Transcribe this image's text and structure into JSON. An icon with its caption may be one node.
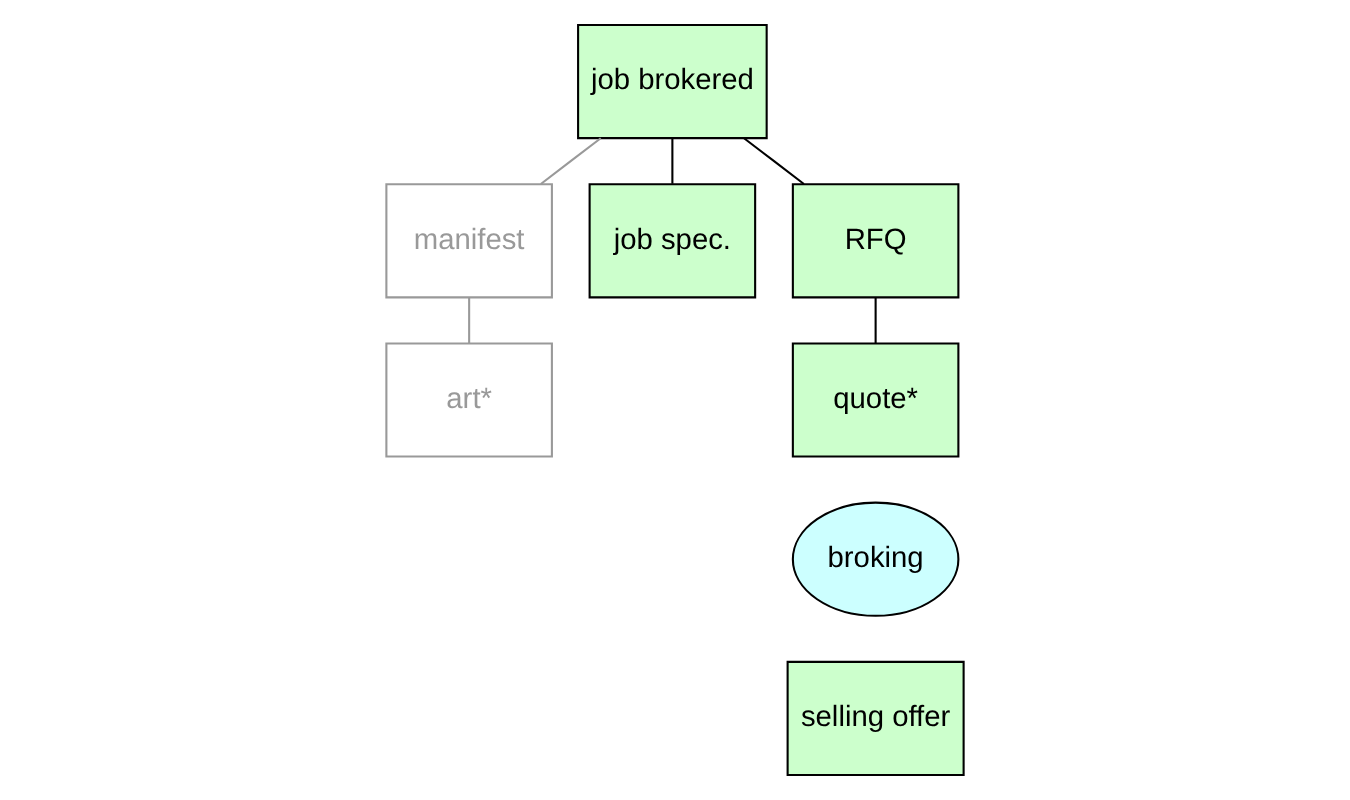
{
  "diagram": {
    "nodes": [
      {
        "text": [
          "job brokered"
        ]
      },
      {
        "text": [
          "manifest"
        ]
      },
      {
        "text": [
          "job spec."
        ]
      },
      {
        "text": [
          "RFQ"
        ]
      },
      {
        "text": [
          "art*"
        ]
      },
      {
        "text": [
          "quote*"
        ]
      },
      {
        "text": [
          "broking"
        ]
      },
      {
        "text": [
          "selling offer"
        ]
      }
    ],
    "edges": [
      {
        "from": 0,
        "to": 1,
        "arrow": "none",
        "color": "#999999"
      },
      {
        "from": 0,
        "to": 2,
        "arrow": "none"
      },
      {
        "from": 0,
        "to": 3,
        "arrow": "none"
      },
      {
        "from": 1,
        "to": 4,
        "arrow": "none",
        "color": "#999999"
      },
      {
        "from": 3,
        "to": 5,
        "arrow": "none"
      }
    ]
  }
}
